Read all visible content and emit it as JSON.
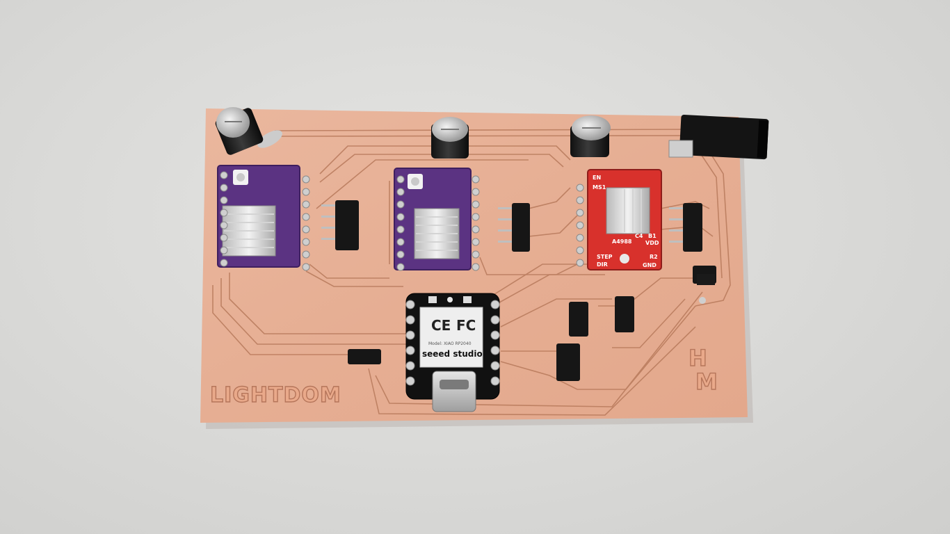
{
  "board": {
    "brand_text": "LIGHTDOM",
    "monogram_top": "H",
    "monogram_bottom": "M"
  },
  "microcontroller": {
    "brand": "seeed studio",
    "model": "Model: XIAO RP2040",
    "ce_mark": "CE",
    "fc_mark": "FC"
  },
  "red_driver": {
    "chip": "A4988",
    "labels": [
      "EN",
      "MS1",
      "VDD",
      "GND",
      "STEP",
      "DIR",
      "B1",
      "R2",
      "C4"
    ]
  },
  "colors": {
    "background": "#d9d9d7",
    "copper": "#e7b096",
    "purple_driver": "#5b3382",
    "red_driver": "#d8312c",
    "solder": "#c9c9c9"
  }
}
